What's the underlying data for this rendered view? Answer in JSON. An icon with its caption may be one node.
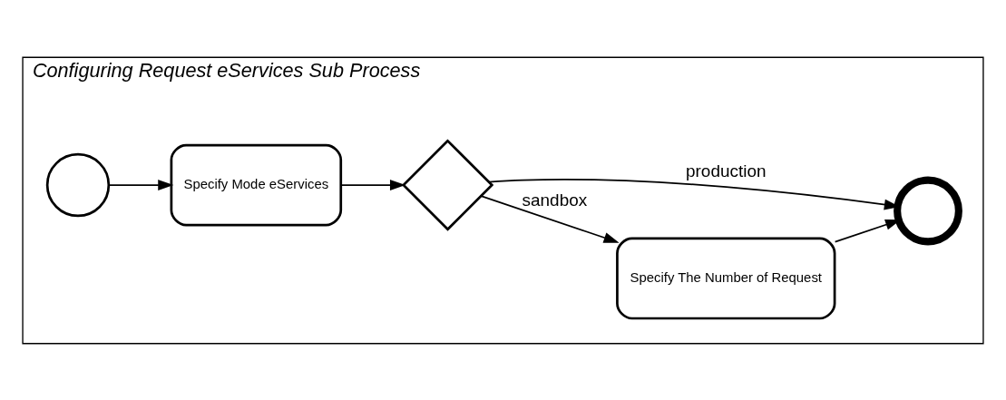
{
  "diagram": {
    "nodes": [
      {
        "text": [
          "Configuring Request eServices Sub Process"
        ]
      },
      {
        "text": [],
        "shape": "circle",
        "in": 0
      },
      {
        "text": [
          "Specify Mode eServices"
        ],
        "in": 0
      },
      {
        "text": [],
        "shape": "diamond",
        "in": 0
      },
      {
        "text": [
          "Specify The Number of Request"
        ],
        "in": 0
      },
      {
        "text": [],
        "shape": "circle",
        "in": 0
      }
    ],
    "edges": [
      {
        "from": 1,
        "to": 2,
        "arrow": "to"
      },
      {
        "from": 2,
        "to": 3,
        "arrow": "to"
      },
      {
        "from": 3,
        "to": 4,
        "arrow": "to",
        "label": "sandbox"
      },
      {
        "from": 3,
        "to": 5,
        "arrow": "to",
        "label": "production"
      },
      {
        "from": 4,
        "to": 5,
        "arrow": "to"
      }
    ]
  }
}
